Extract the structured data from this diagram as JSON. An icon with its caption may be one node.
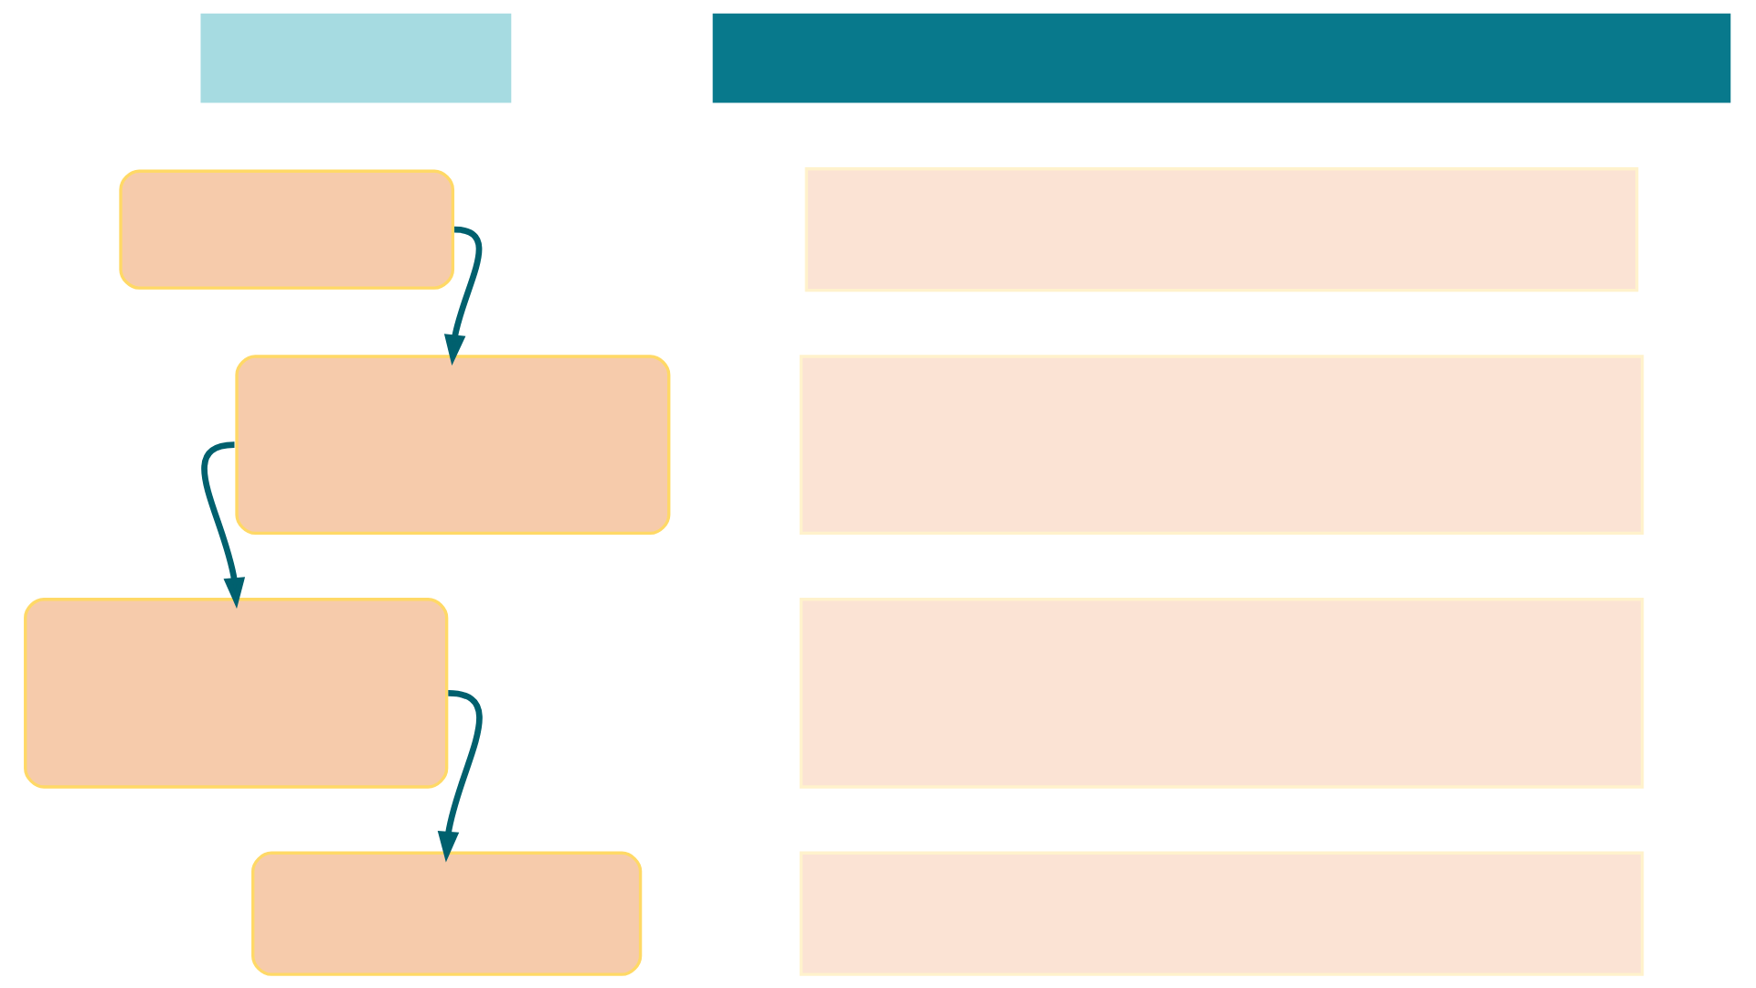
{
  "diagram": {
    "nodes": [
      {
        "text": [],
        "shape": "bar"
      },
      {
        "text": [],
        "shape": "bar"
      },
      {
        "text": [],
        "shape": "box"
      },
      {
        "text": [],
        "shape": "box"
      },
      {
        "text": [],
        "shape": "box"
      },
      {
        "text": [],
        "shape": "box"
      },
      {
        "text": [],
        "shape": "box"
      },
      {
        "text": [],
        "shape": "box"
      },
      {
        "text": [],
        "shape": "box"
      },
      {
        "text": [],
        "shape": "box"
      }
    ],
    "edges": [
      {
        "from": 2,
        "to": 4,
        "arrow": "to"
      },
      {
        "from": 4,
        "to": 6,
        "arrow": "to"
      },
      {
        "from": 6,
        "to": 8,
        "arrow": "to"
      }
    ]
  }
}
